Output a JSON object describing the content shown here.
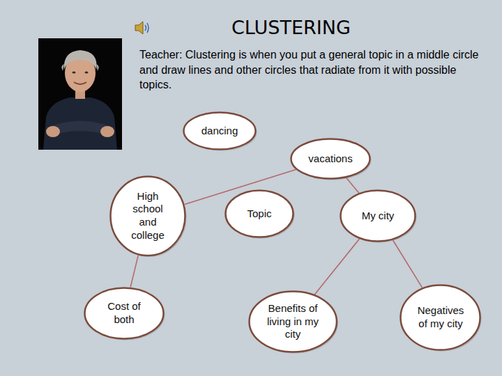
{
  "diagram": {
    "title": "CLUSTERING",
    "nodes": [
      {
        "text": [
          "dancing"
        ]
      },
      {
        "text": [
          "vacations"
        ]
      },
      {
        "text": [
          "High school and college"
        ]
      },
      {
        "text": [
          "Topic"
        ]
      },
      {
        "text": [
          "My city"
        ]
      },
      {
        "text": [
          "Cost of both"
        ]
      },
      {
        "text": [
          "Benefits of living in my city"
        ]
      },
      {
        "text": [
          "Negatives of my city"
        ]
      }
    ],
    "edges": [
      {
        "from": 1,
        "to": 2,
        "arrow": "none"
      },
      {
        "from": 1,
        "to": 4,
        "arrow": "none"
      },
      {
        "from": 2,
        "to": 5,
        "arrow": "none"
      },
      {
        "from": 4,
        "to": 6,
        "arrow": "none"
      },
      {
        "from": 4,
        "to": 7,
        "arrow": "none"
      }
    ],
    "labels": [
      "Teacher: Clustering is when you put a general topic in a middle circle and draw lines and other circles that radiate from it with possible topics."
    ]
  }
}
